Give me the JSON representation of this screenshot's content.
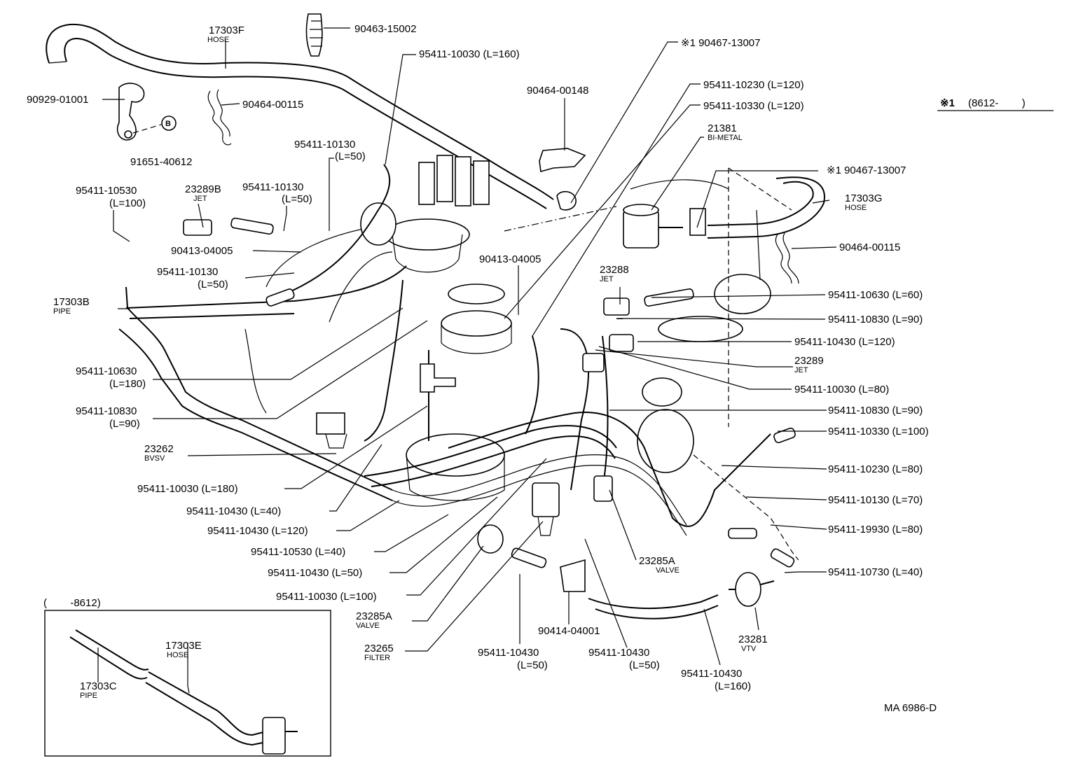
{
  "diagram_code": "MA 6986-D",
  "note_key": {
    "mark": "※1",
    "range": "(8612-        )"
  },
  "callouts": [
    {
      "id": "c01",
      "part": "17303F",
      "desc": "HOSE"
    },
    {
      "id": "c02",
      "part": "90463-15002",
      "desc": ""
    },
    {
      "id": "c03",
      "part": "95411-10030 (L=160)",
      "desc": ""
    },
    {
      "id": "c04",
      "part": "※1 90467-13007",
      "desc": ""
    },
    {
      "id": "c05",
      "part": "95411-10230 (L=120)",
      "desc": ""
    },
    {
      "id": "c06",
      "part": "90464-00148",
      "desc": ""
    },
    {
      "id": "c07",
      "part": "95411-10330 (L=120)",
      "desc": ""
    },
    {
      "id": "c08",
      "part": "21381",
      "desc": "BI-METAL"
    },
    {
      "id": "c09",
      "part": "90929-01001",
      "desc": ""
    },
    {
      "id": "c10",
      "part": "90464-00115",
      "desc": ""
    },
    {
      "id": "c11",
      "part": "91651-40612",
      "desc": ""
    },
    {
      "id": "c12",
      "part": "95411-10130",
      "desc": "(L=50)"
    },
    {
      "id": "c13",
      "part": "95411-10530",
      "desc": "(L=100)"
    },
    {
      "id": "c14",
      "part": "23289B",
      "desc": "JET"
    },
    {
      "id": "c15",
      "part": "95411-10130",
      "desc": "(L=50)"
    },
    {
      "id": "c16",
      "part": "※1 90467-13007",
      "desc": ""
    },
    {
      "id": "c17",
      "part": "17303G",
      "desc": "HOSE"
    },
    {
      "id": "c18",
      "part": "90464-00115",
      "desc": ""
    },
    {
      "id": "c19",
      "part": "90413-04005",
      "desc": ""
    },
    {
      "id": "c20",
      "part": "95411-10130",
      "desc": "(L=50)"
    },
    {
      "id": "c21",
      "part": "90413-04005",
      "desc": ""
    },
    {
      "id": "c22",
      "part": "23288",
      "desc": "JET"
    },
    {
      "id": "c23",
      "part": "17303B",
      "desc": "PIPE"
    },
    {
      "id": "c24",
      "part": "95411-10630 (L=60)",
      "desc": ""
    },
    {
      "id": "c25",
      "part": "95411-10830 (L=90)",
      "desc": ""
    },
    {
      "id": "c26",
      "part": "95411-10430 (L=120)",
      "desc": ""
    },
    {
      "id": "c27",
      "part": "23289",
      "desc": "JET"
    },
    {
      "id": "c28",
      "part": "95411-10630",
      "desc": "(L=180)"
    },
    {
      "id": "c29",
      "part": "95411-10030 (L=80)",
      "desc": ""
    },
    {
      "id": "c30",
      "part": "95411-10830",
      "desc": "(L=90)"
    },
    {
      "id": "c31",
      "part": "95411-10830 (L=90)",
      "desc": ""
    },
    {
      "id": "c32",
      "part": "95411-10330 (L=100)",
      "desc": ""
    },
    {
      "id": "c33",
      "part": "23262",
      "desc": "BVSV"
    },
    {
      "id": "c34",
      "part": "95411-10230 (L=80)",
      "desc": ""
    },
    {
      "id": "c35",
      "part": "95411-10030 (L=180)",
      "desc": ""
    },
    {
      "id": "c36",
      "part": "95411-10130 (L=70)",
      "desc": ""
    },
    {
      "id": "c37",
      "part": "95411-10430 (L=40)",
      "desc": ""
    },
    {
      "id": "c38",
      "part": "95411-19930 (L=80)",
      "desc": ""
    },
    {
      "id": "c39",
      "part": "95411-10430 (L=120)",
      "desc": ""
    },
    {
      "id": "c40",
      "part": "95411-10530 (L=40)",
      "desc": ""
    },
    {
      "id": "c41",
      "part": "23285A",
      "desc": "VALVE"
    },
    {
      "id": "c42",
      "part": "95411-10730 (L=40)",
      "desc": ""
    },
    {
      "id": "c43",
      "part": "95411-10430 (L=50)",
      "desc": ""
    },
    {
      "id": "c44",
      "part": "95411-10030 (L=100)",
      "desc": ""
    },
    {
      "id": "c45",
      "part": "23285A",
      "desc": "VALVE"
    },
    {
      "id": "c46",
      "part": "90414-04001",
      "desc": ""
    },
    {
      "id": "c47",
      "part": "23281",
      "desc": "VTV"
    },
    {
      "id": "c48",
      "part": "23265",
      "desc": "FILTER"
    },
    {
      "id": "c49",
      "part": "95411-10430",
      "desc": "(L=50)"
    },
    {
      "id": "c50",
      "part": "95411-10430",
      "desc": "(L=50)"
    },
    {
      "id": "c51",
      "part": "95411-10430",
      "desc": "(L=160)"
    }
  ],
  "inset": {
    "range": "(        -8612)",
    "callouts": [
      {
        "part": "17303E",
        "desc": "HOSE"
      },
      {
        "part": "17303C",
        "desc": "PIPE"
      }
    ]
  },
  "markers": {
    "b_marker": "B"
  }
}
